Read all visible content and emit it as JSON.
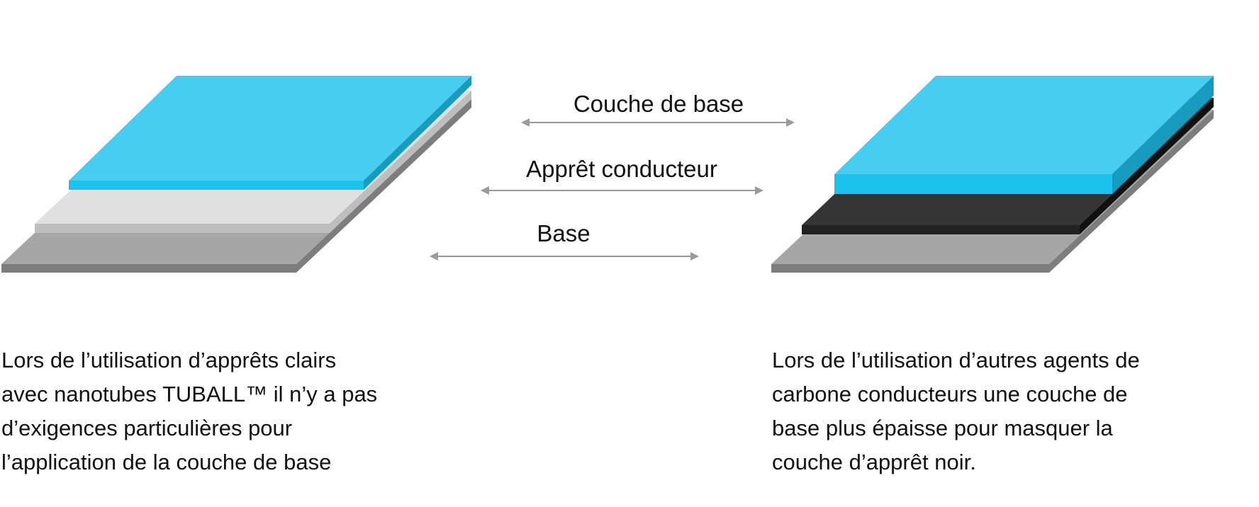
{
  "labels": {
    "top_coat": "Couche de base",
    "primer": "Apprêt conducteur",
    "substrate": "Base"
  },
  "captions": {
    "left": [
      "Lors de l’utilisation d’apprêts clairs",
      "avec nanotubes TUBALL™ il n’y a pas",
      "d’exigences particulières pour",
      "l’application de la couche de base"
    ],
    "right": [
      "Lors de l’utilisation d’autres agents de",
      "carbone conducteurs une couche de",
      "base plus épaisse pour masquer la",
      "couche d’apprêt noir."
    ]
  },
  "colors": {
    "top_coat": "#47CDF1",
    "clear_primer": "#E0E0E0",
    "black_primer": "#353535",
    "substrate": "#A6A6A6",
    "arrow": "#9A9A9A"
  }
}
